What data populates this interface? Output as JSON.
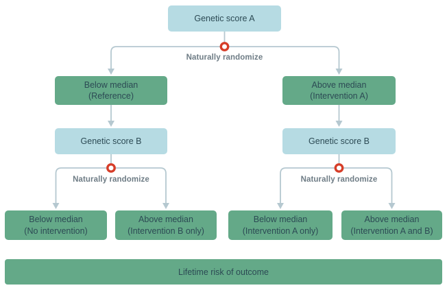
{
  "colors": {
    "blue_node": "#b6dbe3",
    "green_node": "#64a988",
    "node_text": "#2c4a54",
    "connector": "#b5c8d0",
    "randomize_text": "#6e7c85",
    "randomize_marker": "#d63d28",
    "background": "#ffffff"
  },
  "labels": {
    "randomize": "Naturally randomize"
  },
  "nodes": {
    "score_a": {
      "label": "Genetic score A"
    },
    "below_reference": {
      "label": "Below median",
      "sublabel": "(Reference)"
    },
    "above_intervention_a": {
      "label": "Above median",
      "sublabel": "(Intervention A)"
    },
    "score_b_left": {
      "label": "Genetic score B"
    },
    "score_b_right": {
      "label": "Genetic score B"
    },
    "below_no_intervention": {
      "label": "Below median",
      "sublabel": "(No intervention)"
    },
    "above_intervention_b_only": {
      "label": "Above median",
      "sublabel": "(Intervention B only)"
    },
    "below_intervention_a_only": {
      "label": "Below median",
      "sublabel": "(Intervention A only)"
    },
    "above_intervention_a_and_b": {
      "label": "Above median",
      "sublabel": "(Intervention A and B)"
    },
    "outcome": {
      "label": "Lifetime risk of outcome"
    }
  }
}
